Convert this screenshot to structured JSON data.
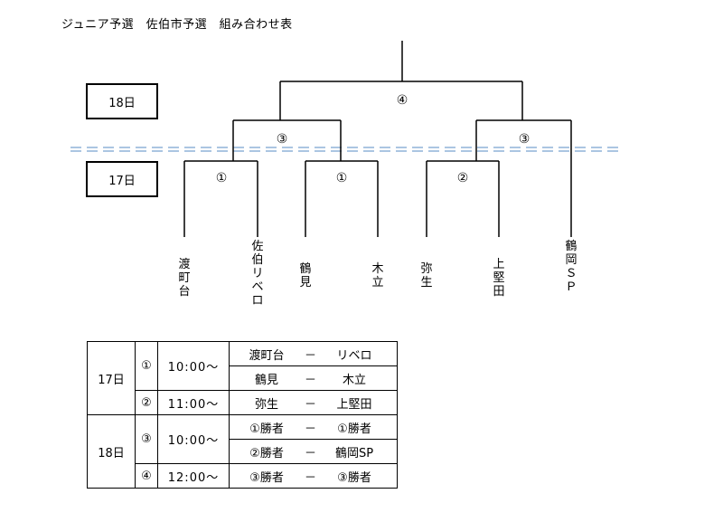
{
  "title": "ジュニア予選　佐伯市予選　組み合わせ表",
  "days": {
    "day18": "18日",
    "day17": "17日"
  },
  "bracket": {
    "round_labels": [
      "①",
      "①",
      "②",
      "③",
      "③",
      "④"
    ],
    "teams": [
      "渡町台",
      "佐伯リベロ",
      "鶴見",
      "木立",
      "弥生",
      "上堅田",
      "鶴岡ＳＰ"
    ]
  },
  "schedule": {
    "rows": [
      {
        "day": "17日",
        "no": "①",
        "time": "10:00～",
        "a": "渡町台",
        "dash": "－",
        "b": "リベロ"
      },
      {
        "day": "",
        "no": "",
        "time": "",
        "a": "鶴見",
        "dash": "－",
        "b": "木立"
      },
      {
        "day": "",
        "no": "②",
        "time": "11:00～",
        "a": "弥生",
        "dash": "－",
        "b": "上堅田"
      },
      {
        "day": "18日",
        "no": "③",
        "time": "10:00～",
        "a": "①勝者",
        "dash": "－",
        "b": "①勝者"
      },
      {
        "day": "",
        "no": "",
        "time": "",
        "a": "②勝者",
        "dash": "－",
        "b": "鶴岡SP"
      },
      {
        "day": "",
        "no": "④",
        "time": "12:00～",
        "a": "③勝者",
        "dash": "－",
        "b": "③勝者"
      }
    ]
  },
  "colors": {
    "separator": "#8fb3d9"
  }
}
